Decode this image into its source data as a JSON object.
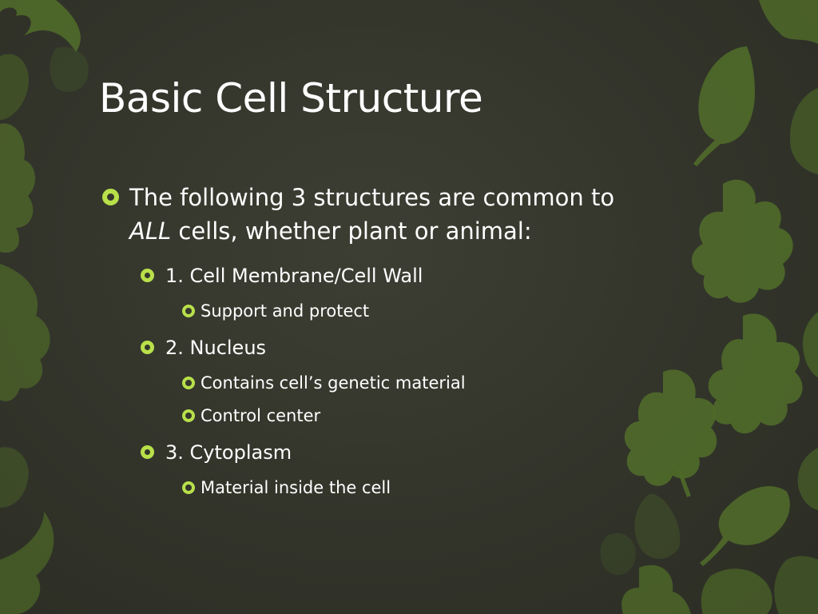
{
  "slide": {
    "title": "Basic Cell Structure",
    "intro": {
      "line1": "The following 3 structures are common to",
      "emphasis": "ALL",
      "line2_rest": " cells, whether plant or animal:"
    },
    "items": [
      {
        "label": "1. Cell Membrane/Cell Wall",
        "subs": [
          "Support and protect"
        ]
      },
      {
        "label": "2. Nucleus",
        "subs": [
          "Contains cell’s genetic material",
          "Control center"
        ]
      },
      {
        "label": "3. Cytoplasm",
        "subs": [
          "Material inside the cell"
        ]
      }
    ]
  },
  "theme": {
    "background": "#34362c",
    "bullet_color": "#b8e04a",
    "leaf_color": "#5b7d2c",
    "text_color": "#ffffff",
    "bullet_icon": "ring-bullet-icon",
    "decor_icon": "leaf-icon"
  }
}
